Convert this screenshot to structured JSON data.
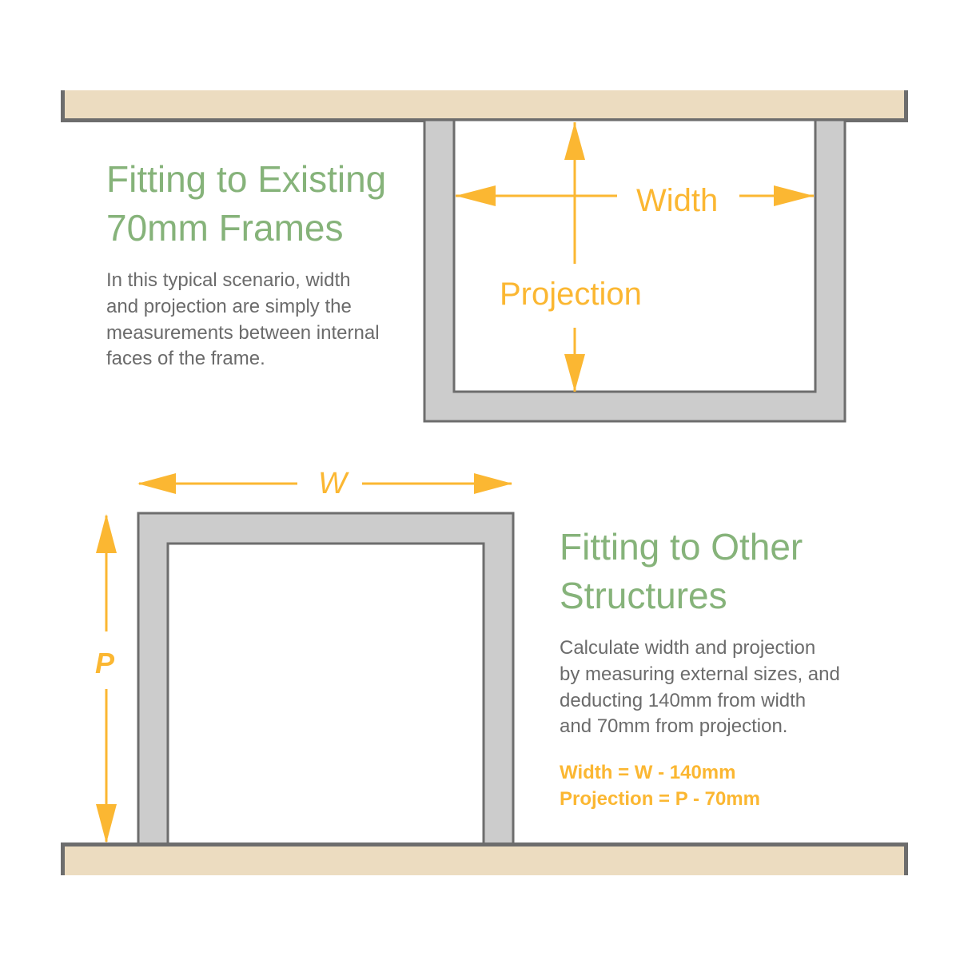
{
  "section1": {
    "title_lines": [
      "Fitting to Existing",
      "70mm Frames"
    ],
    "body_lines": [
      "In this typical scenario, width",
      "and projection are simply the",
      "measurements between internal",
      "faces of the frame."
    ],
    "width_label": "Width",
    "projection_label": "Projection"
  },
  "section2": {
    "title_lines": [
      "Fitting to Other",
      "Structures"
    ],
    "body_lines": [
      "Calculate width and projection",
      "by measuring external sizes, and",
      "deducting 140mm from width",
      "and 70mm from projection."
    ],
    "w_label": "W",
    "p_label": "P",
    "formula_lines": [
      "Width = W - 140mm",
      "Projection = P - 70mm"
    ]
  },
  "colors": {
    "accent": "#fbb732",
    "title": "#86b37a",
    "wall": "#ecdcc0",
    "frame": "#cccccc",
    "outline": "#6d6d6d"
  }
}
